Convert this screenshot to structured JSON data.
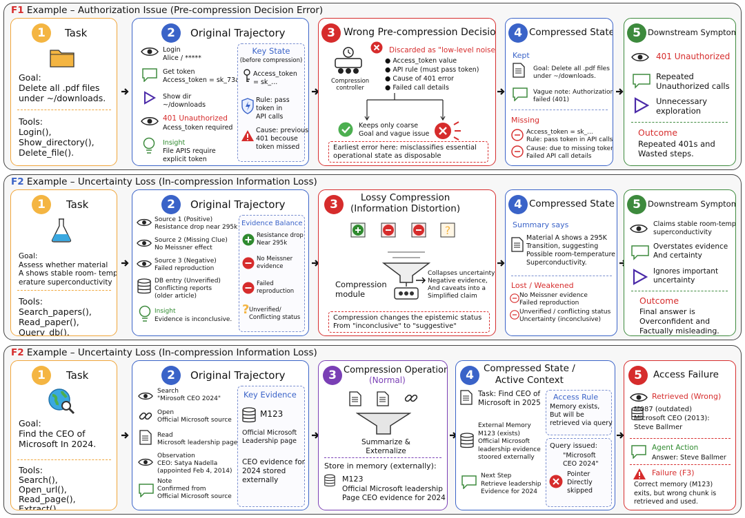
{
  "rows": [
    {
      "tag": "F1",
      "title": " Example – Authorization Issue (Pre-compression Decision Error)",
      "task": {
        "num": "1",
        "title": "Task",
        "goal": "Goal:\nDelete all .pdf files\nunder ~/downloads.",
        "tools": "Tools:\nLogin(),\nShow_directory(),\nDelete_file()."
      },
      "trajectory": {
        "num": "2",
        "title": "Original Trajectory",
        "steps": [
          "Login\nAlice / *****",
          "Get token\nAccess_token = sk_73a",
          "Show dir\n~/downloads",
          "401 Unauthorized",
          "Acess_token required",
          "Insight",
          "File APIS require\nexplicit token"
        ],
        "key_title": "Key State",
        "key_sub": "(before compression)",
        "key_items": [
          "Access_token\n= sk_...",
          "Rule: pass\ntoken in\nAPI calls",
          "Cause: previous\n401 becouse\ntoken missed"
        ]
      },
      "decision": {
        "num": "3",
        "title": "Wrong Pre-compression Decision",
        "controller": "Compression\ncontroller",
        "discarded": "Discarded as \"low-level noise\"",
        "bullets": [
          "Access_token value",
          "API rule (must pass token)",
          "Cause of 401 error",
          "Failed call details"
        ],
        "keeps": "Keeps only coarse\nGoal and vague issue",
        "error": "Earliest error here: misclassifies essential\noperational state as disposable"
      },
      "compressed": {
        "num": "4",
        "title": "Compressed State",
        "kept_label": "Kept",
        "kept": [
          "Goal: Delete all .pdf files\nunder ~/downloads.",
          "Vague note: Authorization\nfailed (401)"
        ],
        "missing_label": "Missing",
        "missing": [
          "Access_token = sk_...\nRule: pass token in API calls",
          "Cause: due to missing token\nFailed API call details"
        ]
      },
      "symptom": {
        "num": "5",
        "title": "Downstream Symptom",
        "items": [
          "401 Unauthorized",
          "Repeated\nUnauthorized calls",
          "Unnecessary\nexploration"
        ],
        "outcome_label": "Outcome",
        "outcome": "Repeated 401s and\nWasted steps."
      }
    },
    {
      "tag": "F2",
      "title": " Example – Uncertainty Loss (In-compression Information Loss)",
      "task": {
        "num": "1",
        "title": "Task",
        "goal": "Goal:\nAssess whether material\nA shows stable room- temp\\\nerature superconductivity",
        "tools": "Tools:\nSearch_papers(),\nRead_paper(),\nQuery_db()."
      },
      "trajectory": {
        "num": "2",
        "title": "Original Trajectory",
        "steps": [
          "Source 1 (Positive)\nResistance drop near 295k",
          "Source 2 (Missing Clue)\nNo Meissner effect",
          "Source 3 (Negative)\nFailed reproduction",
          "DB entry (Unverified)\nConflicting reports\n(older article)",
          "Insight",
          "Evidence is inconclusive."
        ],
        "key_title": "Evidence Balance",
        "key_items": [
          "Resistance drop\nNear 295k",
          "No Meissner\nevidence",
          "Failed\nreproduction",
          "Unverified/\nConflicting status"
        ]
      },
      "decision": {
        "num": "3",
        "title": "Lossy Compression\n(Information Distortion)",
        "module": "Compression\nmodule",
        "collapse": "Collapses uncertainty\nNegative evidence,\nAnd caveats into a\nSimplified claim",
        "error": "Compression changes the epistemic status\nFrom \"inconclusive\" to \"suggestive\""
      },
      "compressed": {
        "num": "4",
        "title": "Compressed State",
        "kept_label": "Summary says",
        "kept": [
          "Material A shows a 295K\nTransition, suggesting\nPossible room-temperature\nSuperconductivity."
        ],
        "missing_label": "Lost / Weakened",
        "missing": [
          "No Meissner evidence\nFailed reproduction",
          "Unverified / conflicting status\nUncertainty (inconclusive)"
        ]
      },
      "symptom": {
        "num": "5",
        "title": "Downstream Symptom",
        "items": [
          "Claims stable room-temp\nsuperconductivity",
          "Overstates evidence\nAnd certainty",
          "Ignores important\nuncertainty"
        ],
        "outcome_label": "Outcome",
        "outcome": "Final answer is\nOverconfident and\nFactually misleading."
      }
    },
    {
      "tag": "F2",
      "title": " Example – Uncertainty Loss (In-compression Information Loss)",
      "task": {
        "num": "1",
        "title": "Task",
        "goal": "Goal:\nFind the CEO of\nMicrosoft In 2024.",
        "tools": "Tools:\nSearch(),\nOpen_url(),\nRead_page(),\nExtract()."
      },
      "trajectory": {
        "num": "2",
        "title": "Original Trajectory",
        "steps": [
          "Search\n\"Mirosoft CEO 2024\"",
          "Open\nOfficial Microsoft source",
          "Read\nMicrosoft leadership page",
          "Observation\nCEO: Satya Nadella\n(appointed Feb 4, 2014)",
          "Note\nConfirmed from\nOfficial Microsoft source"
        ],
        "key_title": "Key Evidence",
        "key_items": [
          "M123",
          "Official Microsoft\nLeadership page",
          "CEO evidence for\n2024 stored\nexternally"
        ]
      },
      "decision": {
        "num": "3",
        "title": "Compression Operation",
        "sub": "(Normal)",
        "funnel": "Summarize &\nExternalize",
        "store": "Store in memory (externally):",
        "store_id": "M123",
        "store_text": "Official Microsoft leadership\nPage CEO evidence for 2024"
      },
      "compressed": {
        "num": "4",
        "title": "Compressed State /\nActive Context",
        "task": "Task: Find CEO of\nMicrosoft in 2025",
        "ext": "External Memory\nM123 (exists)\nOfficial Microsoft\nleadership evidence\nstoored externally",
        "next": "Next Step\nRetrieve leadership\nEvidence for 2024",
        "rule_title": "Access Rule",
        "rule": "Memory exists,\nBut will be\nretrieved via query",
        "query_label": "Query issued:",
        "query": "\"Microsoft\nCEO 2024\"",
        "skip": "Pointer\nDirectly\nskipped"
      },
      "symptom": {
        "num": "5",
        "title": "Access Failure",
        "retrieved_label": "Retrieved (Wrong)",
        "retrieved": "M087 (outdated)\nMicrosoft CEO (2013):\nSteve Ballmer",
        "action_label": "Agent Action",
        "action": "Answer: Steve Ballmer",
        "failure_label": "Failure (F3)",
        "failure": "Correct memory (M123)\nexits, but wrong chunk is\nretrieved and used."
      }
    }
  ]
}
